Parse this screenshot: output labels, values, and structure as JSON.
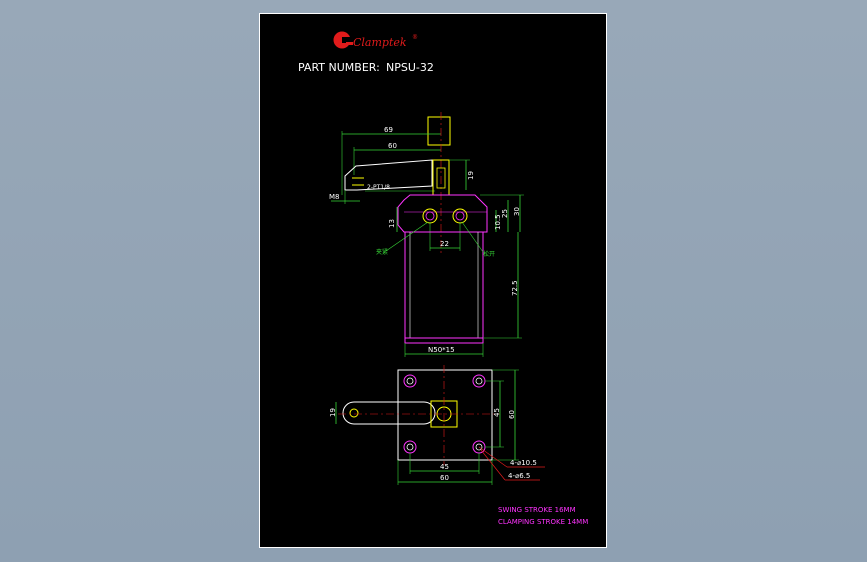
{
  "brand": {
    "name": "Clamptek",
    "registered": "®"
  },
  "part_number": {
    "label": "PART NUMBER:",
    "value": "NPSU-32"
  },
  "side_view": {
    "dims": {
      "width_69": "69",
      "width_60": "60",
      "height_19": "19",
      "thread_m8": "M8",
      "port_label": "2-PT1/8",
      "height_30": "30",
      "height_25": "25",
      "height_10_5": "10.5",
      "height_13": "13",
      "spacing_22": "22",
      "body_72_5": "72.5",
      "base_dim": "N50*15"
    },
    "ports": {
      "clamp_label": "夹紧",
      "release_label": "松开"
    }
  },
  "top_view": {
    "dims": {
      "arm_19": "19",
      "height_45": "45",
      "height_60": "60",
      "width_45": "45",
      "width_60": "60",
      "hole_large": "4-⌀10.5",
      "hole_small": "4-⌀6.5"
    }
  },
  "notes": {
    "swing_stroke": "SWING STROKE 16MM",
    "clamping_stroke": "CLAMPING STROKE 14MM"
  },
  "colors": {
    "background": "#000000",
    "border": "#ffffff",
    "body_lines": "#ff33ff",
    "arm_lines": "#ffffff",
    "piston": "#ffff00",
    "dimension_lines": "#37d637",
    "dimension_text": "#ffffff",
    "centerlines": "#e11b1b",
    "logo_red": "#e11b1b"
  }
}
